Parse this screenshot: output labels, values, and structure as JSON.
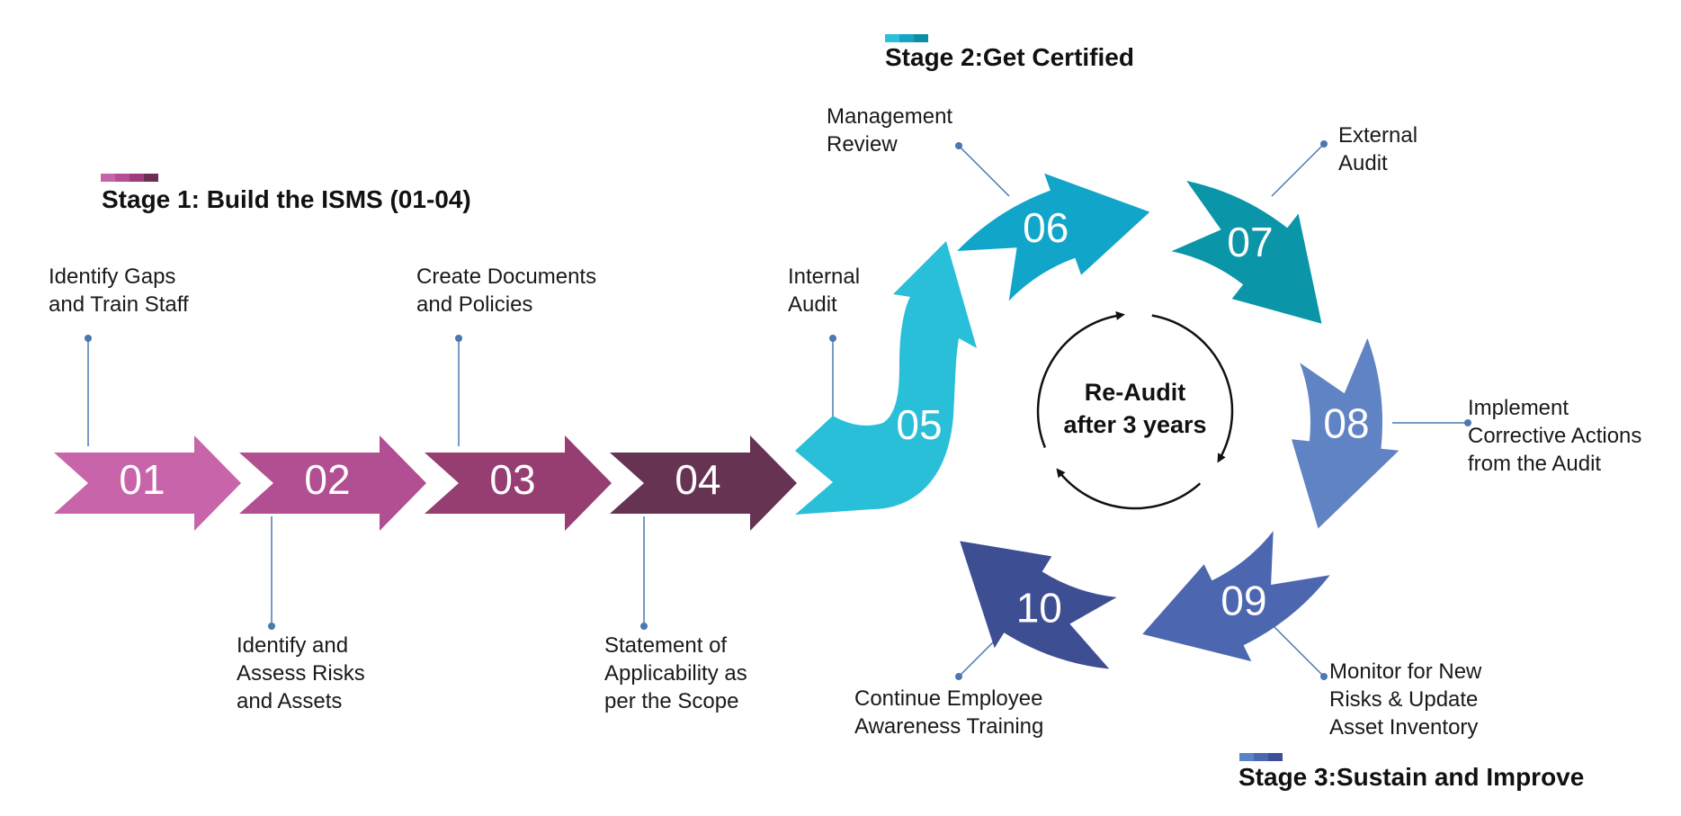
{
  "stages": [
    {
      "id": "stage1",
      "title": "Stage 1: Build the ISMS (01-04)",
      "colors": [
        "#c863a8",
        "#b54e95",
        "#9e3d7d",
        "#6b2e55"
      ]
    },
    {
      "id": "stage2",
      "title": "Stage 2:Get Certified",
      "colors": [
        "#2bbfd8",
        "#16a4c4",
        "#0c8fa6"
      ]
    },
    {
      "id": "stage3",
      "title": "Stage 3:Sustain and Improve",
      "colors": [
        "#5c82c6",
        "#4b67b2",
        "#3e4f98"
      ]
    }
  ],
  "steps": [
    {
      "num": "01",
      "label": "Identify Gaps\nand Train Staff",
      "color": "#c864a9"
    },
    {
      "num": "02",
      "label": "Identify and\nAssess Risks\nand Assets",
      "color": "#b24e92"
    },
    {
      "num": "03",
      "label": "Create Documents\nand Policies",
      "color": "#963d72"
    },
    {
      "num": "04",
      "label": "Statement of\nApplicability as\nper the Scope",
      "color": "#663353"
    },
    {
      "num": "05",
      "label": "Internal\nAudit",
      "color": "#29bfd9"
    },
    {
      "num": "06",
      "label": "Management\nReview",
      "color": "#10a5c9"
    },
    {
      "num": "07",
      "label": "External\nAudit",
      "color": "#0a95a9"
    },
    {
      "num": "08",
      "label": "Implement\nCorrective Actions\nfrom the Audit",
      "color": "#6083c4"
    },
    {
      "num": "09",
      "label": "Monitor for New\nRisks & Update\nAsset Inventory",
      "color": "#4c66b0"
    },
    {
      "num": "10",
      "label": "Continue Employee\nAwareness Training",
      "color": "#3e4e93"
    }
  ],
  "center": {
    "line1": "Re-Audit",
    "line2": "after 3 years"
  },
  "connector_color": "#4a78b0"
}
